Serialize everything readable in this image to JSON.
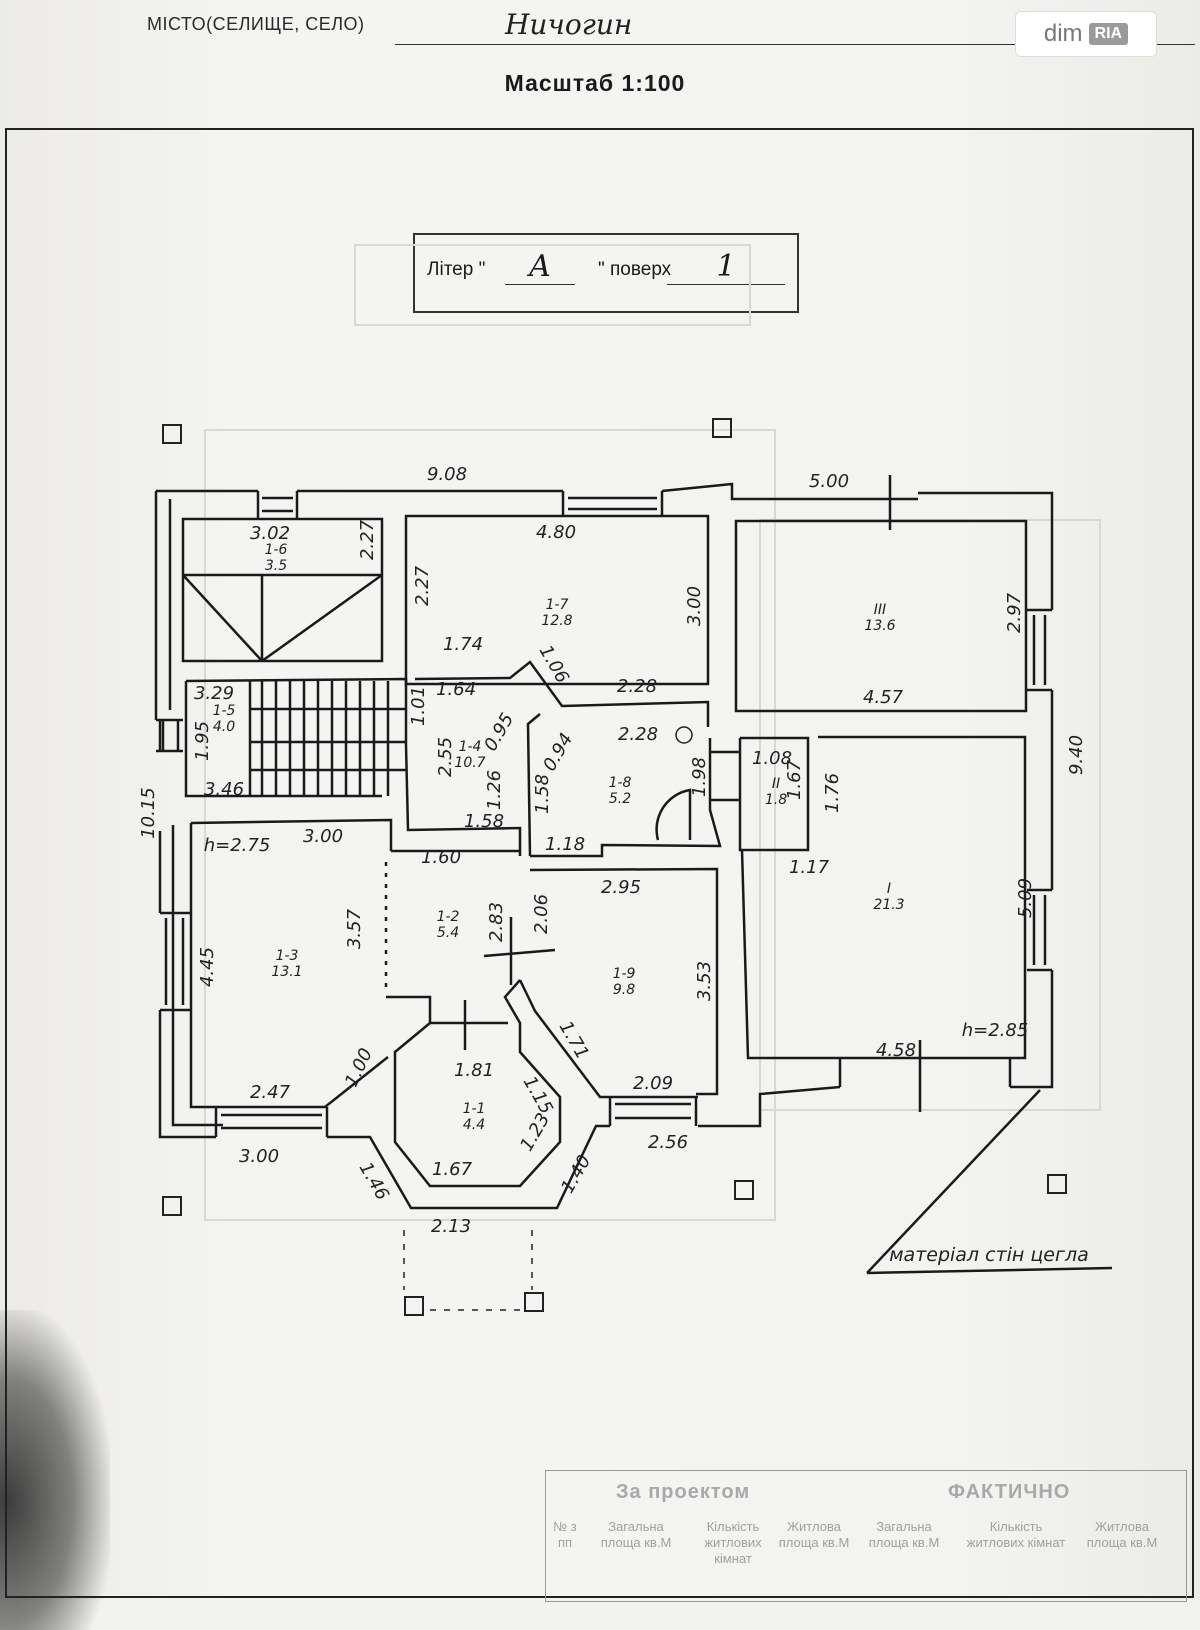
{
  "header": {
    "city_label": "МІСТО(СЕЛИЩЕ, СЕЛО)",
    "city_value": "Ничогин",
    "scale": "Масштаб 1:100"
  },
  "watermark": {
    "brand": "dim",
    "brand_badge": "RIA"
  },
  "title_block": {
    "prefix": "Літер \"",
    "letter": "А",
    "floor_label": "\" поверх",
    "floor": "1"
  },
  "rooms": [
    {
      "code": "1-6",
      "area": "3.5"
    },
    {
      "code": "1-7",
      "area": "12.8"
    },
    {
      "code": "III",
      "area": "13.6"
    },
    {
      "code": "1-5",
      "area": "4.0"
    },
    {
      "code": "1-4",
      "area": "10.7"
    },
    {
      "code": "1-8",
      "area": "5.2"
    },
    {
      "code": "II",
      "area": "1.8"
    },
    {
      "code": "1-3",
      "area": "13.1"
    },
    {
      "code": "1-2",
      "area": "5.4"
    },
    {
      "code": "1-9",
      "area": "9.8"
    },
    {
      "code": "I",
      "area": "21.3"
    },
    {
      "code": "1-1",
      "area": "4.4"
    }
  ],
  "dimensions": [
    "9.08",
    "5.00",
    "3.02",
    "2.27",
    "2.27",
    "4.80",
    "3.00",
    "2.97",
    "1.74",
    "1.06",
    "2.28",
    "4.57",
    "3.29",
    "1.95",
    "1.01",
    "1.64",
    "0.95",
    "2.28",
    "1.08",
    "2.55",
    "1.26",
    "0.94",
    "1.98",
    "1.67",
    "1.76",
    "3.46",
    "1.58",
    "1.58",
    "1.18",
    "10.15",
    "9.40",
    "1.17",
    "h=2.75",
    "3.00",
    "1.60",
    "2.95",
    "3.57",
    "2.83",
    "2.06",
    "5.09",
    "4.45",
    "3.53",
    "1.71",
    "1.00",
    "1.81",
    "h=2.85",
    "4.58",
    "2.47",
    "1.15",
    "2.09",
    "1.23",
    "3.00",
    "2.56",
    "1.46",
    "1.67",
    "1.40",
    "2.13"
  ],
  "note": "матеріал стін цегла",
  "summary_table": {
    "heading_left": "За проектом",
    "heading_right": "ФАКТИЧНО",
    "columns": [
      "№ з пп",
      "Загальна площа кв.М",
      "Кількість житлових кімнат",
      "Житлова площа кв.М",
      "Загальна площа кв.М",
      "Кількість житлових кімнат",
      "Житлова площа кв.М"
    ]
  }
}
